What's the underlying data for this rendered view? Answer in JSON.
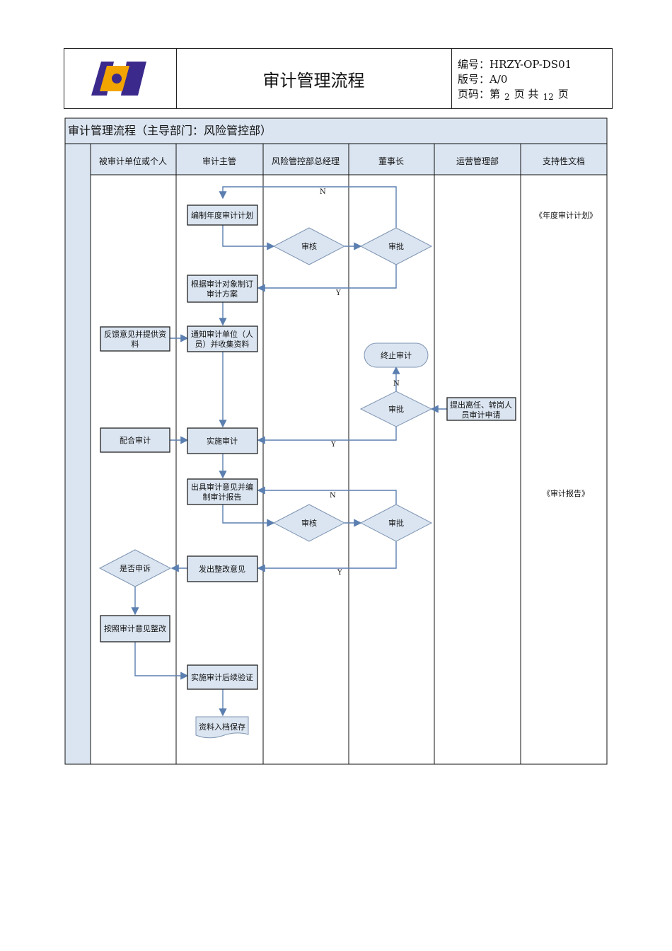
{
  "header": {
    "doc_title": "审计管理流程",
    "code_label": "编号：",
    "code_value": "HRZY-OP-DS01",
    "version_label": "版号：",
    "version_value": "A/0",
    "page_prefix": "页码：第",
    "page_current": "2",
    "page_mid": "页 共",
    "page_total": "12",
    "page_suffix": "页"
  },
  "colors": {
    "lane_fill": "#dbe5f1",
    "arrow": "#5b7fb0",
    "logo_orange": "#f2a400",
    "logo_purple": "#3b2a8c"
  },
  "diagram": {
    "title": "审计管理流程（主导部门：风险管控部）",
    "lanes": [
      "被审计单位或个人",
      "审计主管",
      "风险管控部总经理",
      "董事长",
      "运营管理部",
      "支持性文档"
    ],
    "nodes": {
      "annual_plan": "编制年度审计计划",
      "review1": "审核",
      "approve1": "审批",
      "make_plan_l1": "根据审计对象制订",
      "make_plan_l2": "审计方案",
      "notify_l1": "通知审计单位（人",
      "notify_l2": "员）并收集资料",
      "feedback_l1": "反馈意见并提供资",
      "feedback_l2": "料",
      "terminate": "终止审计",
      "approve2": "审批",
      "transfer_l1": "提出离任、转岗人",
      "transfer_l2": "员审计申请",
      "cooperate": "配合审计",
      "implement": "实施审计",
      "report_l1": "出具审计意见并编",
      "report_l2": "制审计报告",
      "review2": "审核",
      "approve3": "审批",
      "appeal": "是否申诉",
      "rectify_notice": "发出整改意见",
      "rectify": "按照审计意见整改",
      "verify": "实施审计后续验证",
      "archive": "资料入档保存"
    },
    "labels": {
      "yes": "Y",
      "no": "N"
    },
    "docs": {
      "annual_plan_doc": "《年度审计计划》",
      "report_doc": "《审计报告》"
    }
  }
}
